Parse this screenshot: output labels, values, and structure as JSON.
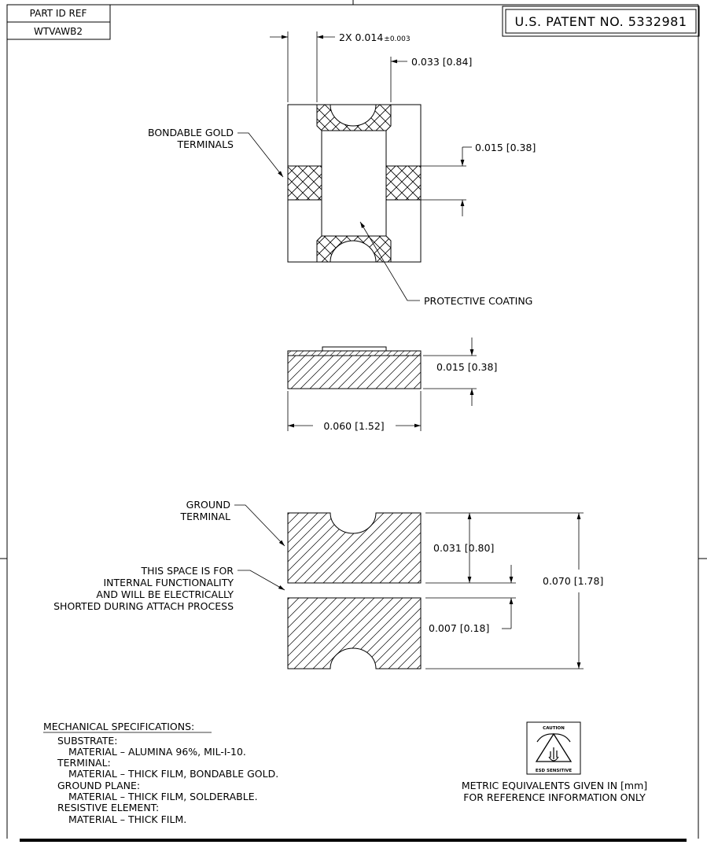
{
  "header": {
    "part_id_label": "PART ID REF",
    "part_id_value": "WTVAWB2",
    "patent": "U.S. PATENT NO. 5332981"
  },
  "top_view": {
    "dim_width_prefix": "2X 0.014",
    "dim_width_tol": "±0.003",
    "dim_gap": "0.033 [0.84]",
    "dim_terminal": "0.015 [0.38]",
    "label_terminals": [
      "BONDABLE GOLD",
      "TERMINALS"
    ],
    "label_coating": "PROTECTIVE COATING"
  },
  "side_view": {
    "dim_thickness": "0.015 [0.38]",
    "dim_length": "0.060 [1.52]"
  },
  "bottom_view": {
    "label_ground": [
      "GROUND",
      "TERMINAL"
    ],
    "label_space": [
      "THIS SPACE IS FOR",
      "INTERNAL FUNCTIONALITY",
      "AND WILL BE ELECTRICALLY",
      "SHORTED DURING ATTACH PROCESS"
    ],
    "dim_upper": "0.031 [0.80]",
    "dim_overall": "0.070 [1.78]",
    "dim_gap": "0.007 [0.18]"
  },
  "specs": {
    "title": "MECHANICAL SPECIFICATIONS:",
    "lines": [
      "SUBSTRATE:",
      "MATERIAL – ALUMINA 96%, MIL-I-10.",
      "TERMINAL:",
      "MATERIAL – THICK FILM, BONDABLE GOLD.",
      "GROUND PLANE:",
      "MATERIAL – THICK FILM, SOLDERABLE.",
      "RESISTIVE ELEMENT:",
      "MATERIAL – THICK FILM."
    ]
  },
  "esd": {
    "caution": "CAUTION",
    "sensitive": "ESD SENSITIVE",
    "icon": "esd-hand-icon"
  },
  "notes": {
    "metric": [
      "METRIC EQUIVALENTS GIVEN IN [mm]",
      "FOR REFERENCE INFORMATION ONLY"
    ]
  }
}
